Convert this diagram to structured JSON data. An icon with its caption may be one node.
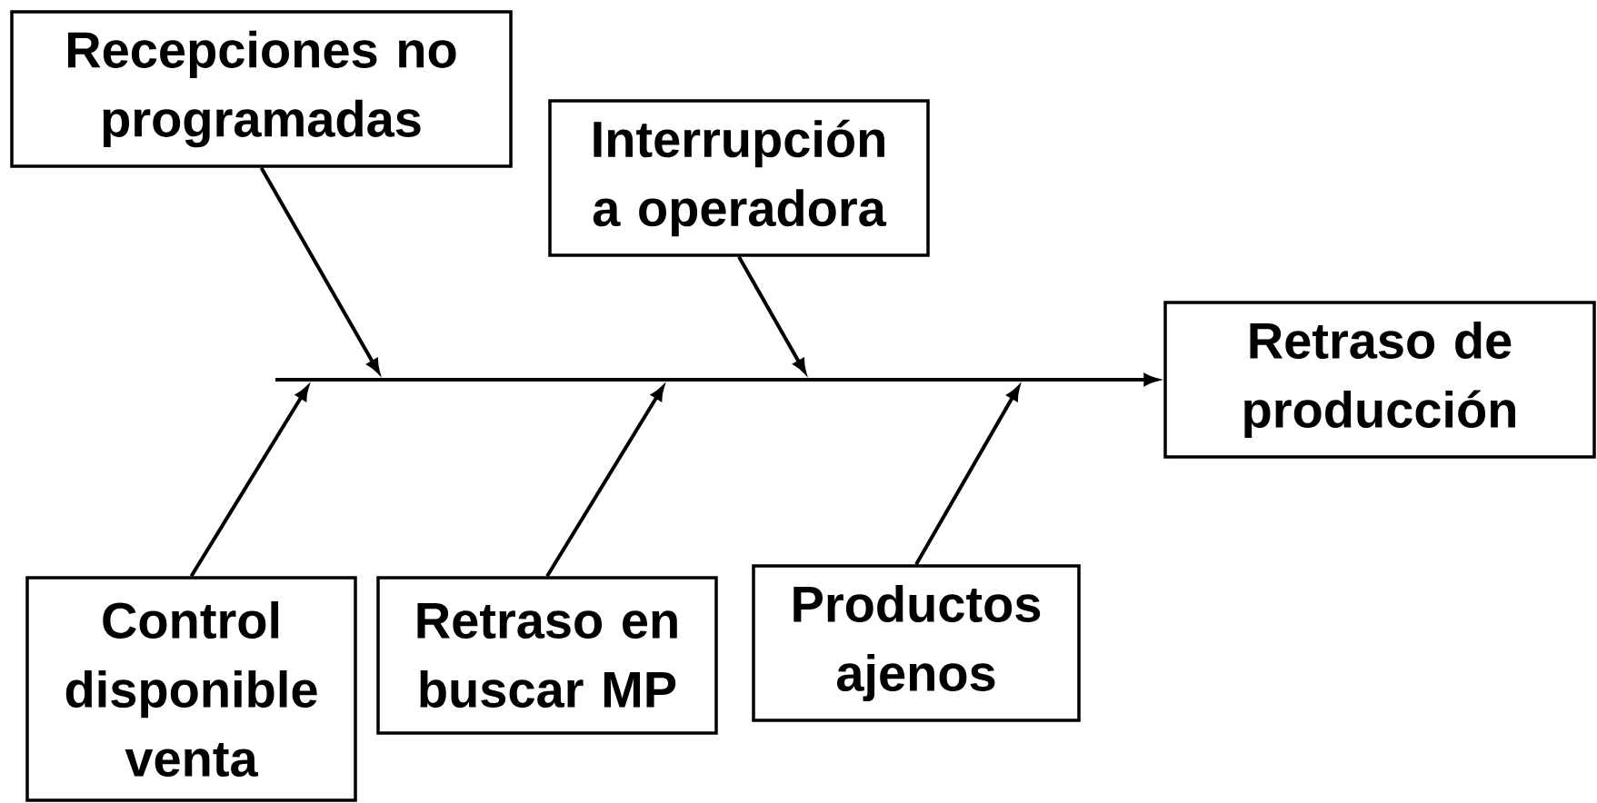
{
  "diagram": {
    "nodes": [
      {
        "text": [
          "Recepciones no programadas"
        ]
      },
      {
        "text": [
          "Interrupción a operadora"
        ]
      },
      {
        "text": [
          "Retraso de producción"
        ]
      },
      {
        "text": [
          "Control disponible venta"
        ]
      },
      {
        "text": [
          "Retraso en buscar MP"
        ]
      },
      {
        "text": [
          "Productos ajenos"
        ]
      }
    ],
    "edges": [
      {
        "from": null,
        "to": 2,
        "arrow": "to"
      },
      {
        "from": 0,
        "to": null,
        "arrow": "to"
      },
      {
        "from": 1,
        "to": null,
        "arrow": "to"
      },
      {
        "from": 3,
        "to": null,
        "arrow": "to"
      },
      {
        "from": 4,
        "to": null,
        "arrow": "to"
      },
      {
        "from": 5,
        "to": null,
        "arrow": "to"
      }
    ]
  }
}
